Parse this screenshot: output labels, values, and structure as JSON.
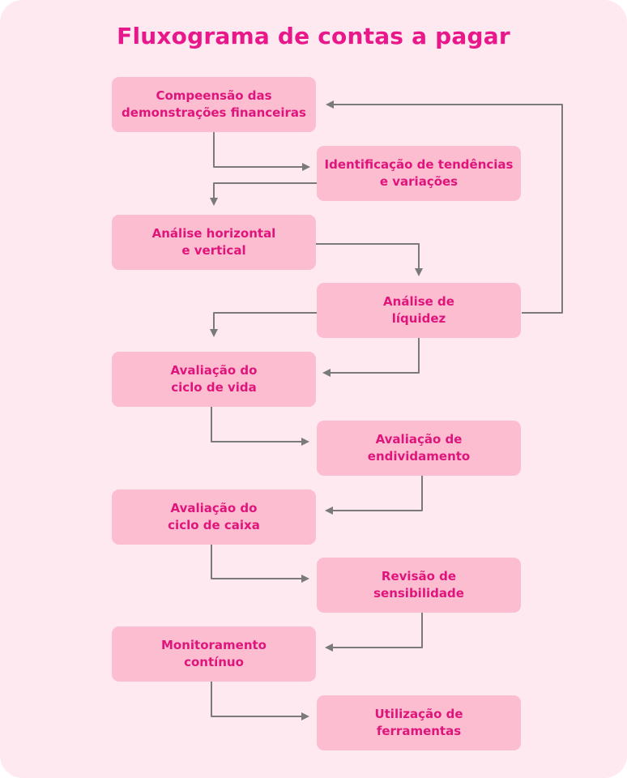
{
  "title": "Fluxograma de contas a pagar",
  "colors": {
    "background": "#fde9ef",
    "box": "#fcbdd0",
    "text": "#e0157c",
    "title": "#e8178a",
    "arrow": "#7a7a7a"
  },
  "steps": [
    {
      "label": "Compeensão das\ndemonstrações financeiras"
    },
    {
      "label": "Identificação de tendências\ne variações"
    },
    {
      "label": "Análise horizontal\ne vertical"
    },
    {
      "label": "Análise de\nlíquidez"
    },
    {
      "label": "Avaliação do\nciclo de vida"
    },
    {
      "label": "Avaliação de endividamento"
    },
    {
      "label": "Avaliação do\nciclo de caixa"
    },
    {
      "label": "Revisão de\nsensibilidade"
    },
    {
      "label": "Monitoramento\ncontínuo"
    },
    {
      "label": "Utilização de\nferramentas"
    }
  ]
}
